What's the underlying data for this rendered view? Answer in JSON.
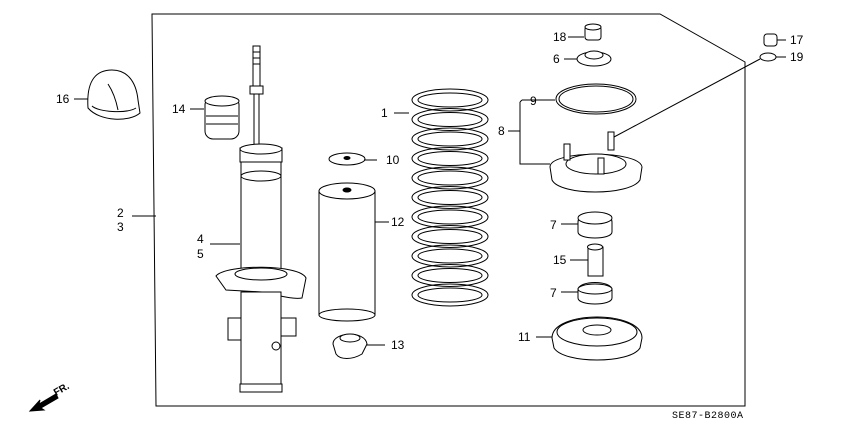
{
  "diagram": {
    "code": "SE87-B2800A",
    "front_label": "FR.",
    "callouts": {
      "c1": "1",
      "c2": "2",
      "c3": "3",
      "c4": "4",
      "c5": "5",
      "c6": "6",
      "c7a": "7",
      "c7b": "7",
      "c8": "8",
      "c9": "9",
      "c10": "10",
      "c11": "11",
      "c12": "12",
      "c13": "13",
      "c14": "14",
      "c15": "15",
      "c16": "16",
      "c17": "17",
      "c18": "18",
      "c19": "19"
    }
  }
}
